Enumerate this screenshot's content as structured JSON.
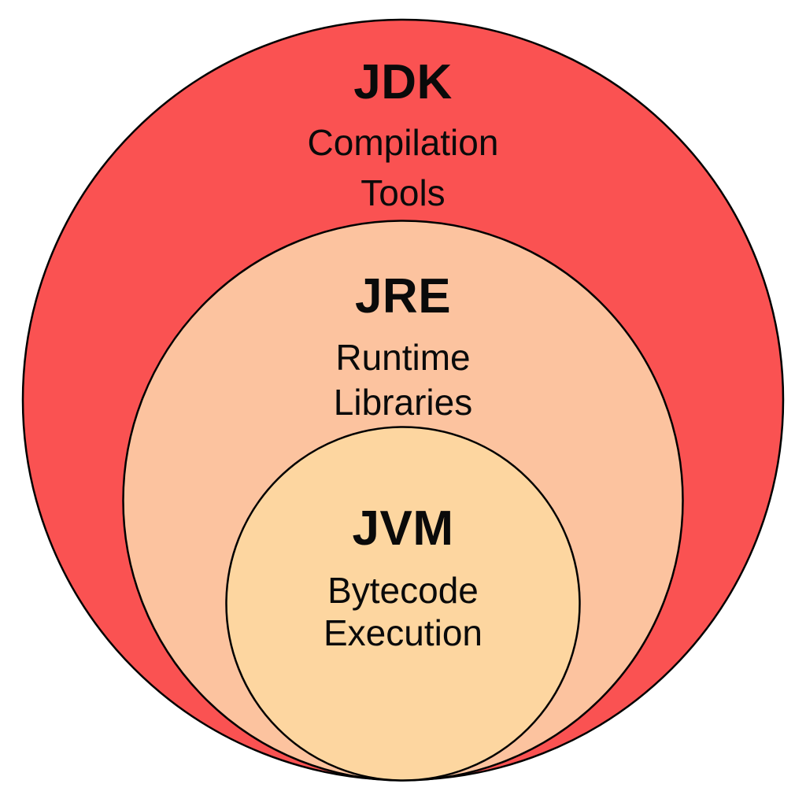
{
  "diagram": {
    "type": "nested-euler-diagram",
    "subject": "Java platform components",
    "background_color": "#ffffff",
    "outline_color": "#000000",
    "text_color": "#0a0a0a",
    "rings": [
      {
        "id": "jdk",
        "title": "JDK",
        "subtitle_lines": [
          "Compilation",
          "Tools"
        ],
        "fill": "#fa5252"
      },
      {
        "id": "jre",
        "title": "JRE",
        "subtitle_lines": [
          "Runtime",
          "Libraries"
        ],
        "fill": "#fcc39f"
      },
      {
        "id": "jvm",
        "title": "JVM",
        "subtitle_lines": [
          "Bytecode",
          "Execution"
        ],
        "fill": "#fdd6a0"
      }
    ]
  }
}
